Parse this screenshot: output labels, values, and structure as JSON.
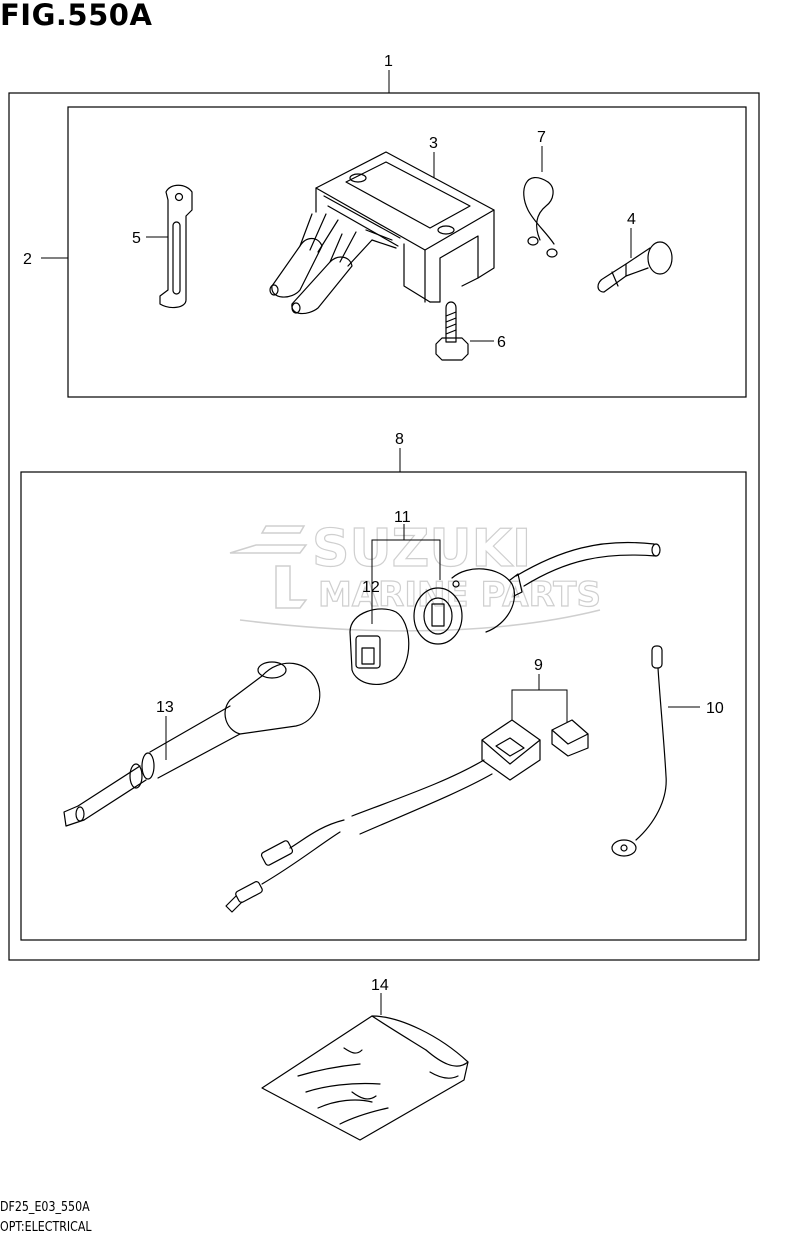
{
  "figure": {
    "title": "FIG.550A",
    "code": "DF25_E03_550A",
    "caption": "OPT:ELECTRICAL"
  },
  "watermark": {
    "brand": "SUZUKI",
    "subtitle": "MARINE PARTS",
    "color": "#cfcfcf"
  },
  "callouts": [
    {
      "id": "1",
      "label": "1",
      "part": "outer-assembly"
    },
    {
      "id": "2",
      "label": "2",
      "part": "upper-kit"
    },
    {
      "id": "3",
      "label": "3",
      "part": "rectifier-regulator"
    },
    {
      "id": "4",
      "label": "4",
      "part": "grommet-pin"
    },
    {
      "id": "5",
      "label": "5",
      "part": "clamp-strap"
    },
    {
      "id": "6",
      "label": "6",
      "part": "bolt"
    },
    {
      "id": "7",
      "label": "7",
      "part": "wire-clip"
    },
    {
      "id": "8",
      "label": "8",
      "part": "lower-kit"
    },
    {
      "id": "9",
      "label": "9",
      "part": "harness-with-fuse"
    },
    {
      "id": "10",
      "label": "10",
      "part": "lead-wire"
    },
    {
      "id": "11",
      "label": "11",
      "part": "socket-connector"
    },
    {
      "id": "12",
      "label": "12",
      "part": "socket-cap"
    },
    {
      "id": "13",
      "label": "13",
      "part": "cable-connector"
    },
    {
      "id": "14",
      "label": "14",
      "part": "parts-bag"
    }
  ],
  "colors": {
    "line": "#000000",
    "background": "#ffffff"
  }
}
